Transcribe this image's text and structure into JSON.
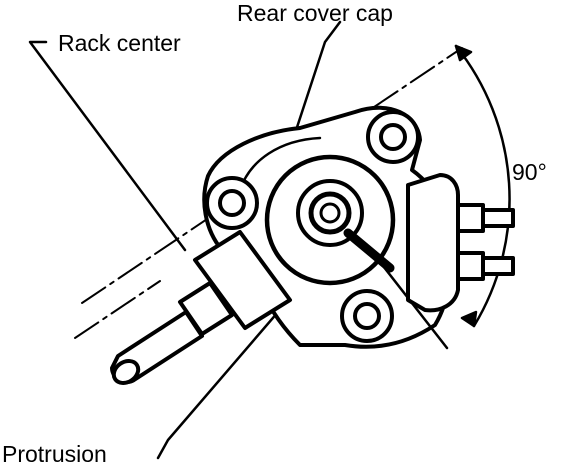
{
  "labels": {
    "rear_cover_cap": "Rear cover cap",
    "rack_center": "Rack center",
    "angle": "90°",
    "protrusion": "Protrusion"
  },
  "colors": {
    "ink": "#000000",
    "paper": "#ffffff"
  }
}
